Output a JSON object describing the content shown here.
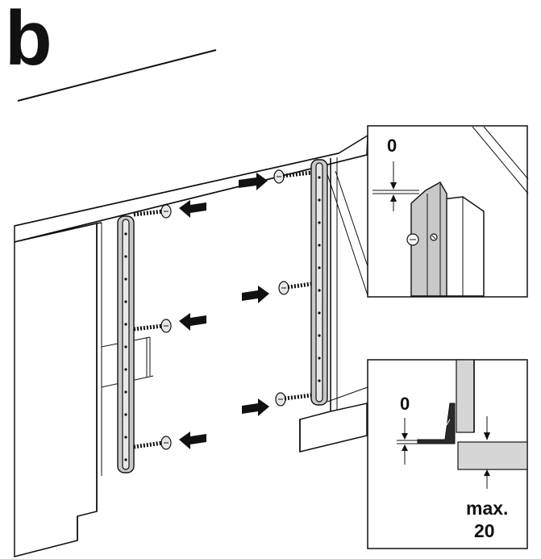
{
  "step_label": "b",
  "detail_top": {
    "gap_value": "0"
  },
  "detail_bottom": {
    "gap_value": "0",
    "max_label": "max.",
    "max_value": "20"
  },
  "screws": [
    {
      "side": "left",
      "level": "top"
    },
    {
      "side": "left",
      "level": "middle"
    },
    {
      "side": "left",
      "level": "bottom"
    },
    {
      "side": "right",
      "level": "top"
    },
    {
      "side": "right",
      "level": "middle"
    },
    {
      "side": "right",
      "level": "bottom"
    }
  ]
}
